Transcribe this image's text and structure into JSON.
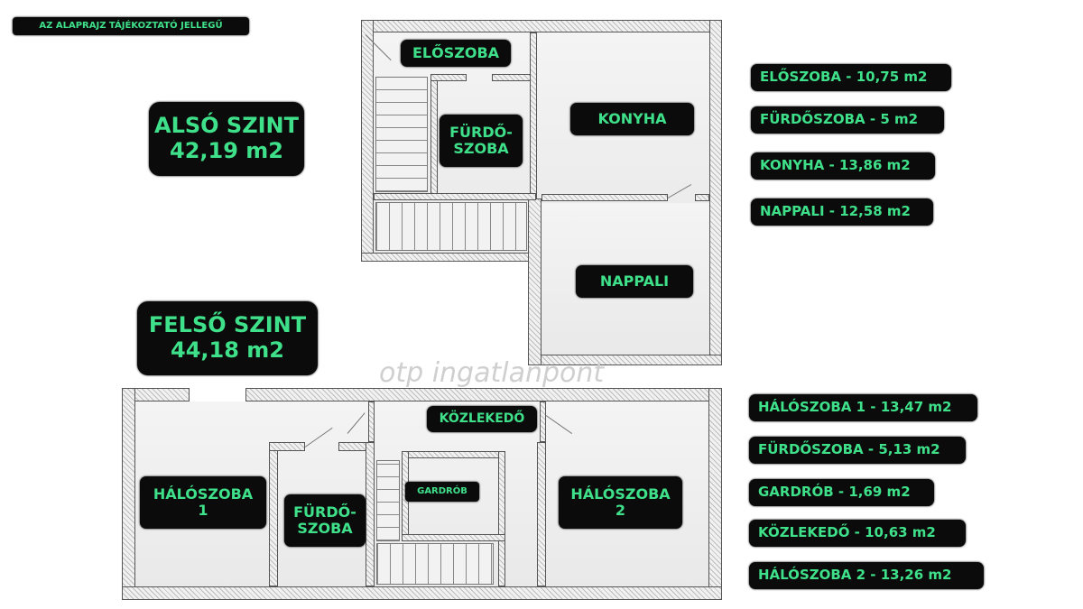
{
  "notice": "AZ ALAPRAJZ TÁJÉKOZTATÓ JELLEGŰ",
  "watermark": "otp ingatlanpont",
  "accent_color": "#3fe08a",
  "lower_level": {
    "title": "ALSÓ SZINT",
    "area": "42,19 m2",
    "rooms": {
      "eloszoba": "ELŐSZOBA",
      "furdo_1": "FÜRDŐ-",
      "furdo_2": "SZOBA",
      "konyha": "KONYHA",
      "nappali": "NAPPALI"
    },
    "areas": [
      "ELŐSZOBA - 10,75 m2",
      "FÜRDŐSZOBA - 5 m2",
      "KONYHA - 13,86 m2",
      "NAPPALI - 12,58 m2"
    ]
  },
  "upper_level": {
    "title": "FELSŐ SZINT",
    "area": "44,18 m2",
    "rooms": {
      "halo1_1": "HÁLÓSZOBA",
      "halo1_2": "1",
      "furdo_1": "FÜRDŐ-",
      "furdo_2": "SZOBA",
      "gardrob": "GARDRÓB",
      "kozlekedo": "KÖZLEKEDŐ",
      "halo2_1": "HÁLÓSZOBA",
      "halo2_2": "2"
    },
    "areas": [
      "HÁLÓSZOBA 1 - 13,47 m2",
      "FÜRDŐSZOBA - 5,13 m2",
      "GARDRÓB - 1,69 m2",
      "KÖZLEKEDŐ - 10,63 m2",
      "HÁLÓSZOBA 2 - 13,26 m2"
    ]
  }
}
